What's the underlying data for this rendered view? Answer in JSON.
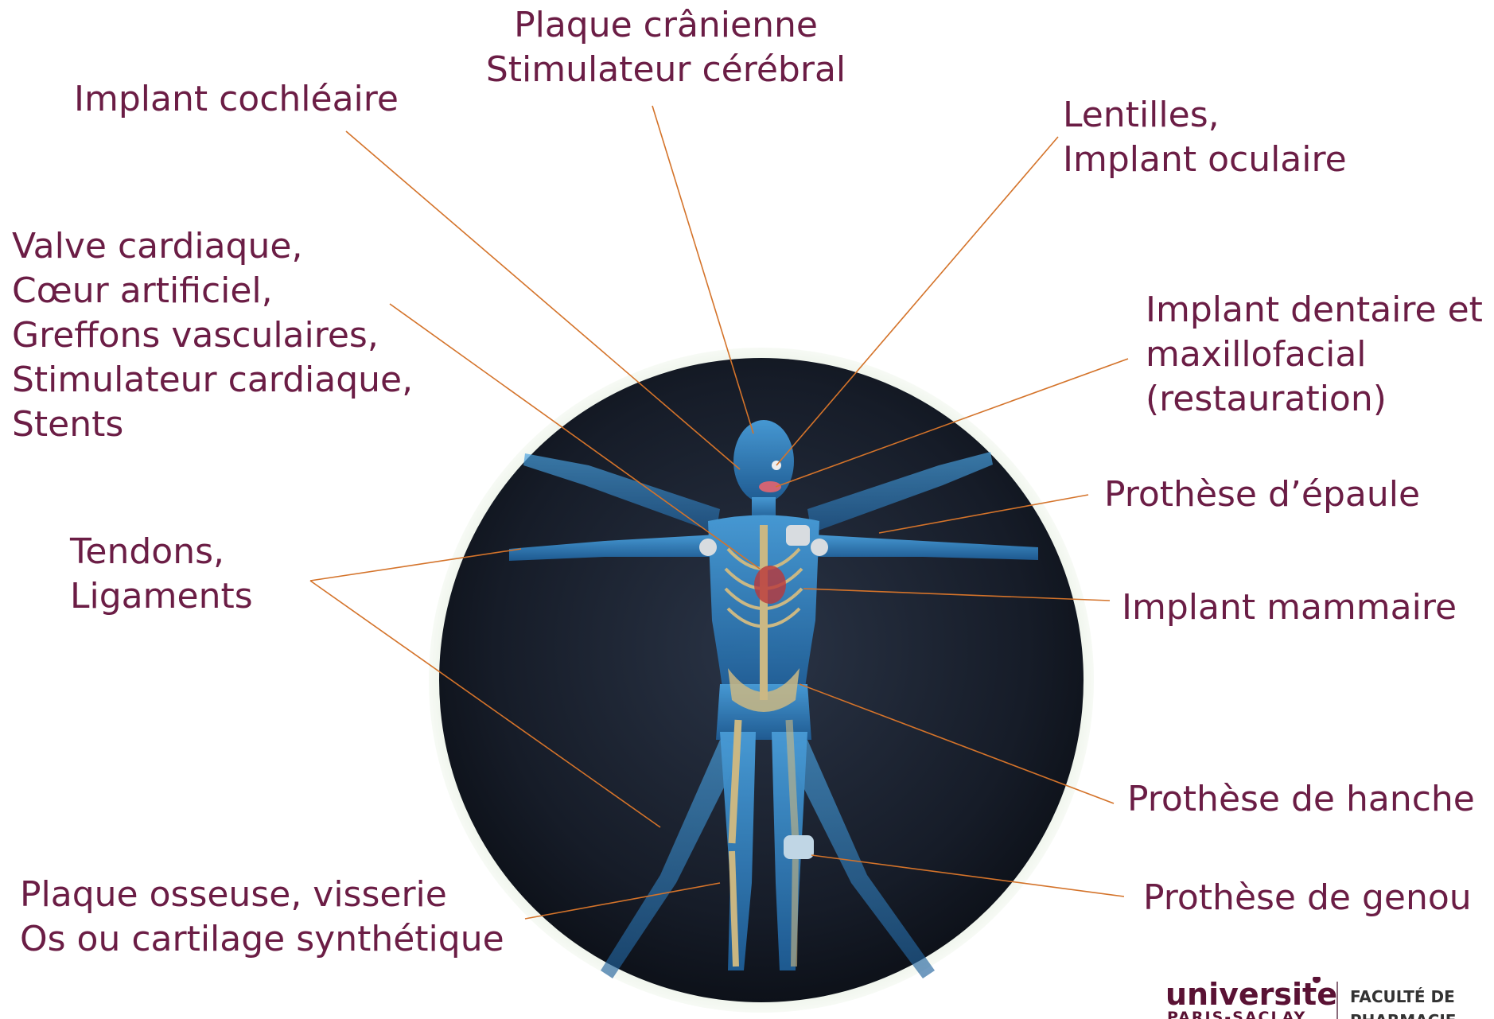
{
  "labels": {
    "cranial": [
      "Plaque crânienne",
      "Stimulateur cérébral"
    ],
    "cochlear": [
      "Implant cochléaire"
    ],
    "eye": [
      "Lentilles,",
      "Implant oculaire"
    ],
    "cardiac": [
      "Valve cardiaque,",
      "Cœur artificiel,",
      "Greffons vasculaires,",
      "Stimulateur cardiaque,",
      "Stents"
    ],
    "dental": [
      "Implant dentaire et",
      "maxillofacial",
      "(restauration)"
    ],
    "shoulder": [
      "Prothèse d’épaule"
    ],
    "tendons": [
      "Tendons,",
      "Ligaments"
    ],
    "breast": [
      "Implant mammaire"
    ],
    "hip": [
      "Prothèse de hanche"
    ],
    "knee": [
      "Prothèse de genou"
    ],
    "bone": [
      "Plaque osseuse, visserie",
      "Os ou cartilage synthétique"
    ]
  },
  "logo": {
    "university": "universite",
    "sub": "PARIS-SACLAY",
    "faculty_line1": "FACULTÉ DE",
    "faculty_line2": "PHARMACIE"
  },
  "colors": {
    "label_text": "#6b1d45",
    "leader_line": "#d4732a",
    "circle_background": "#1a2230",
    "body_blue": "#2f7fc4",
    "bone": "#d9c48a"
  }
}
